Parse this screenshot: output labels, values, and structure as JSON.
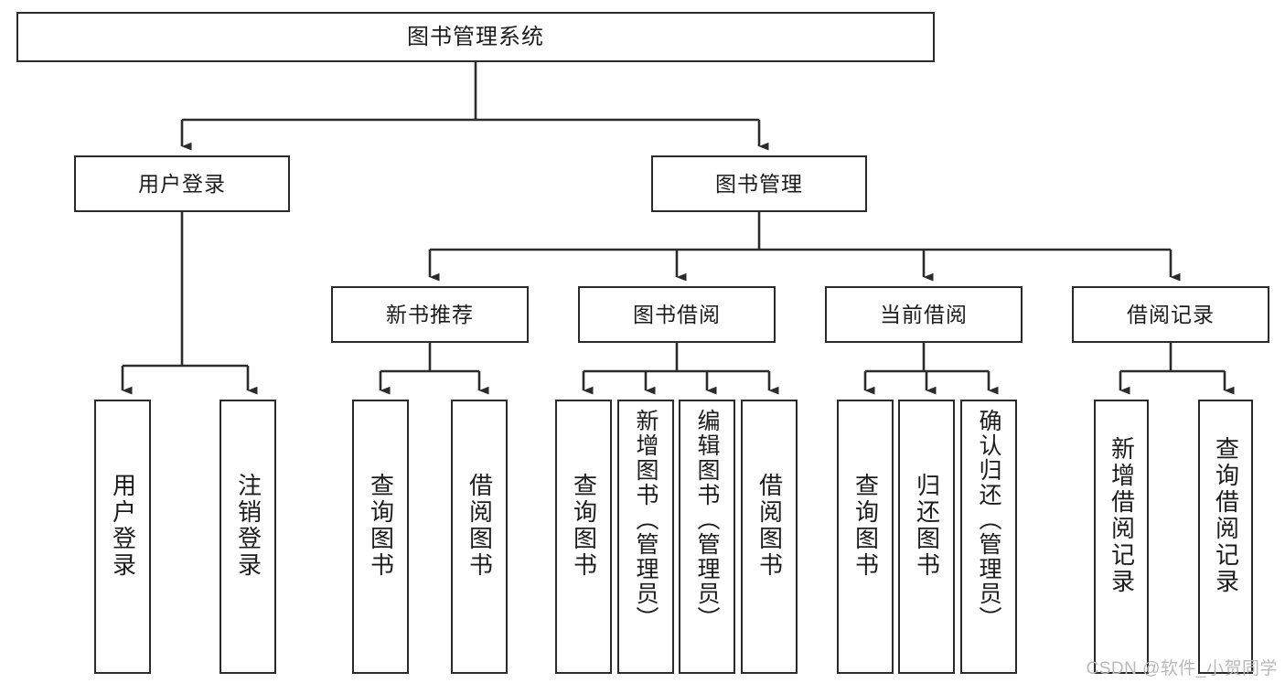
{
  "diagram": {
    "title": "图书管理系统",
    "type": "tree-hierarchy",
    "watermark": "CSDN @软件_小贺同学",
    "colors": {
      "box_stroke": "#2b2b2b",
      "box_fill": "#ffffff",
      "line": "#2b2b2b",
      "text": "#1c1c1c",
      "watermark": "#b9b9b9",
      "background": "#ffffff"
    },
    "nodes": {
      "root": {
        "label": "图书管理系统"
      },
      "level2": [
        {
          "id": "user-login",
          "label": "用户登录"
        },
        {
          "id": "book-manage",
          "label": "图书管理"
        }
      ],
      "level3": [
        {
          "id": "new-book-recommend",
          "label": "新书推荐"
        },
        {
          "id": "book-borrow",
          "label": "图书借阅"
        },
        {
          "id": "current-borrow",
          "label": "当前借阅"
        },
        {
          "id": "borrow-record",
          "label": "借阅记录"
        }
      ],
      "leaves": {
        "user-login": [
          {
            "id": "leaf-user-login",
            "label": "用户登录"
          },
          {
            "id": "leaf-logout-login",
            "label": "注销登录"
          }
        ],
        "new-book-recommend": [
          {
            "id": "leaf-query-book-1",
            "label": "查询图书"
          },
          {
            "id": "leaf-borrow-book-1",
            "label": "借阅图书"
          }
        ],
        "book-borrow": [
          {
            "id": "leaf-query-book-2",
            "label": "查询图书"
          },
          {
            "id": "leaf-add-book-admin",
            "label": "新增图书（管理员）"
          },
          {
            "id": "leaf-edit-book-admin",
            "label": "编辑图书（管理员）"
          },
          {
            "id": "leaf-borrow-book-2",
            "label": "借阅图书"
          }
        ],
        "current-borrow": [
          {
            "id": "leaf-query-book-3",
            "label": "查询图书"
          },
          {
            "id": "leaf-return-book",
            "label": "归还图书"
          },
          {
            "id": "leaf-confirm-return-admin",
            "label": "确认归还（管理员）"
          }
        ],
        "borrow-record": [
          {
            "id": "leaf-add-borrow-record",
            "label": "新增借阅记录"
          },
          {
            "id": "leaf-query-borrow-record",
            "label": "查询借阅记录"
          }
        ]
      }
    }
  }
}
